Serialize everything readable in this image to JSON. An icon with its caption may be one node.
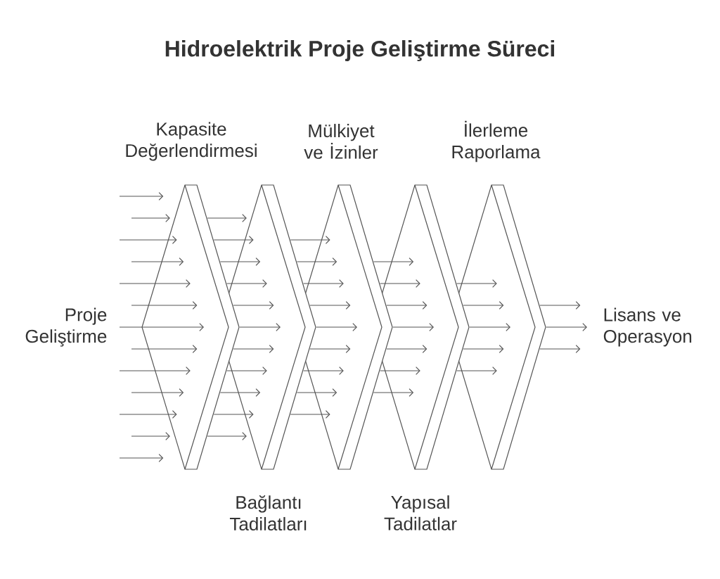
{
  "diagram": {
    "title": "Hidroelektrik Proje Geliştirme Süreci",
    "nodes": [
      {
        "text": [
          "Proje Geliştirme"
        ]
      },
      {
        "text": [
          "Kapasite Değerlendirmesi"
        ]
      },
      {
        "text": [
          "Bağlantı Tadilatları"
        ]
      },
      {
        "text": [
          "Mülkiyet ve İzinler"
        ]
      },
      {
        "text": [
          "Yapısal Tadilatlar"
        ]
      },
      {
        "text": [
          "İlerleme Raporlama"
        ]
      },
      {
        "text": [
          "Lisans ve Operasyon"
        ]
      }
    ],
    "edges": [
      {
        "from": null,
        "to": 1,
        "arrow": "to"
      },
      {
        "from": null,
        "to": 1,
        "arrow": "to"
      },
      {
        "from": null,
        "to": 1,
        "arrow": "to"
      },
      {
        "from": null,
        "to": 1,
        "arrow": "to"
      },
      {
        "from": null,
        "to": 1,
        "arrow": "to"
      },
      {
        "from": 0,
        "to": 1,
        "arrow": "to"
      },
      {
        "from": null,
        "to": 1,
        "arrow": "to"
      },
      {
        "from": null,
        "to": 1,
        "arrow": "to"
      },
      {
        "from": null,
        "to": 1,
        "arrow": "to"
      },
      {
        "from": null,
        "to": 1,
        "arrow": "to"
      },
      {
        "from": null,
        "to": 1,
        "arrow": "to"
      },
      {
        "from": 1,
        "to": 2,
        "arrow": "to"
      },
      {
        "from": 1,
        "to": 2,
        "arrow": "to"
      },
      {
        "from": 1,
        "to": 2,
        "arrow": "to"
      },
      {
        "from": 1,
        "to": 2,
        "arrow": "to"
      },
      {
        "from": 1,
        "to": 2,
        "arrow": "to"
      },
      {
        "from": 1,
        "to": 2,
        "arrow": "to"
      },
      {
        "from": 1,
        "to": 2,
        "arrow": "to"
      },
      {
        "from": 1,
        "to": 2,
        "arrow": "to"
      },
      {
        "from": 1,
        "to": 2,
        "arrow": "to"
      },
      {
        "from": 1,
        "to": 2,
        "arrow": "to"
      },
      {
        "from": 1,
        "to": 2,
        "arrow": "to"
      },
      {
        "from": 2,
        "to": 3,
        "arrow": "to"
      },
      {
        "from": 2,
        "to": 3,
        "arrow": "to"
      },
      {
        "from": 2,
        "to": 3,
        "arrow": "to"
      },
      {
        "from": 2,
        "to": 3,
        "arrow": "to"
      },
      {
        "from": 2,
        "to": 3,
        "arrow": "to"
      },
      {
        "from": 2,
        "to": 3,
        "arrow": "to"
      },
      {
        "from": 2,
        "to": 3,
        "arrow": "to"
      },
      {
        "from": 2,
        "to": 3,
        "arrow": "to"
      },
      {
        "from": 2,
        "to": 3,
        "arrow": "to"
      },
      {
        "from": 3,
        "to": 4,
        "arrow": "to"
      },
      {
        "from": 3,
        "to": 4,
        "arrow": "to"
      },
      {
        "from": 3,
        "to": 4,
        "arrow": "to"
      },
      {
        "from": 3,
        "to": 4,
        "arrow": "to"
      },
      {
        "from": 3,
        "to": 4,
        "arrow": "to"
      },
      {
        "from": 3,
        "to": 4,
        "arrow": "to"
      },
      {
        "from": 3,
        "to": 4,
        "arrow": "to"
      },
      {
        "from": 4,
        "to": 5,
        "arrow": "to"
      },
      {
        "from": 4,
        "to": 5,
        "arrow": "to"
      },
      {
        "from": 4,
        "to": 5,
        "arrow": "to"
      },
      {
        "from": 4,
        "to": 5,
        "arrow": "to"
      },
      {
        "from": 4,
        "to": 5,
        "arrow": "to"
      },
      {
        "from": 5,
        "to": 6,
        "arrow": "to"
      },
      {
        "from": 5,
        "to": 6,
        "arrow": "to"
      },
      {
        "from": 5,
        "to": 6,
        "arrow": "to"
      }
    ]
  }
}
